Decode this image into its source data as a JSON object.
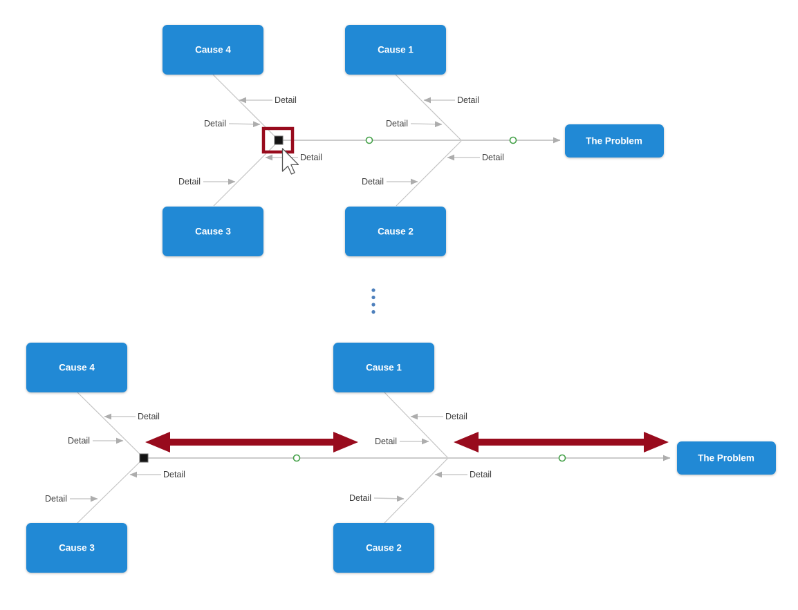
{
  "labels": {
    "cause1": "Cause 1",
    "cause2": "Cause 2",
    "cause3": "Cause 3",
    "cause4": "Cause 4",
    "problem": "The Problem",
    "detail": "Detail"
  },
  "colors": {
    "background": "#FFFFFF",
    "node_fill": "#2189D5",
    "node_text": "#FFFFFF",
    "connector_line": "#CBCBCB",
    "branch_line": "#C4C4C4",
    "arrowhead": "#ADADAD",
    "detail_text": "#3D3D3D",
    "port_green": "#43A047",
    "accent_red": "#980B1D",
    "handle_black": "#141414",
    "ellipsis_blue": "#4E80BC"
  },
  "icons": {
    "mouse_cursor": "arrow-pointer",
    "separator": "vertical-ellipsis-dots",
    "stretch_indicator": "double-headed-arrow",
    "connection_port": "green-circle",
    "drag_handle": "black-square"
  }
}
